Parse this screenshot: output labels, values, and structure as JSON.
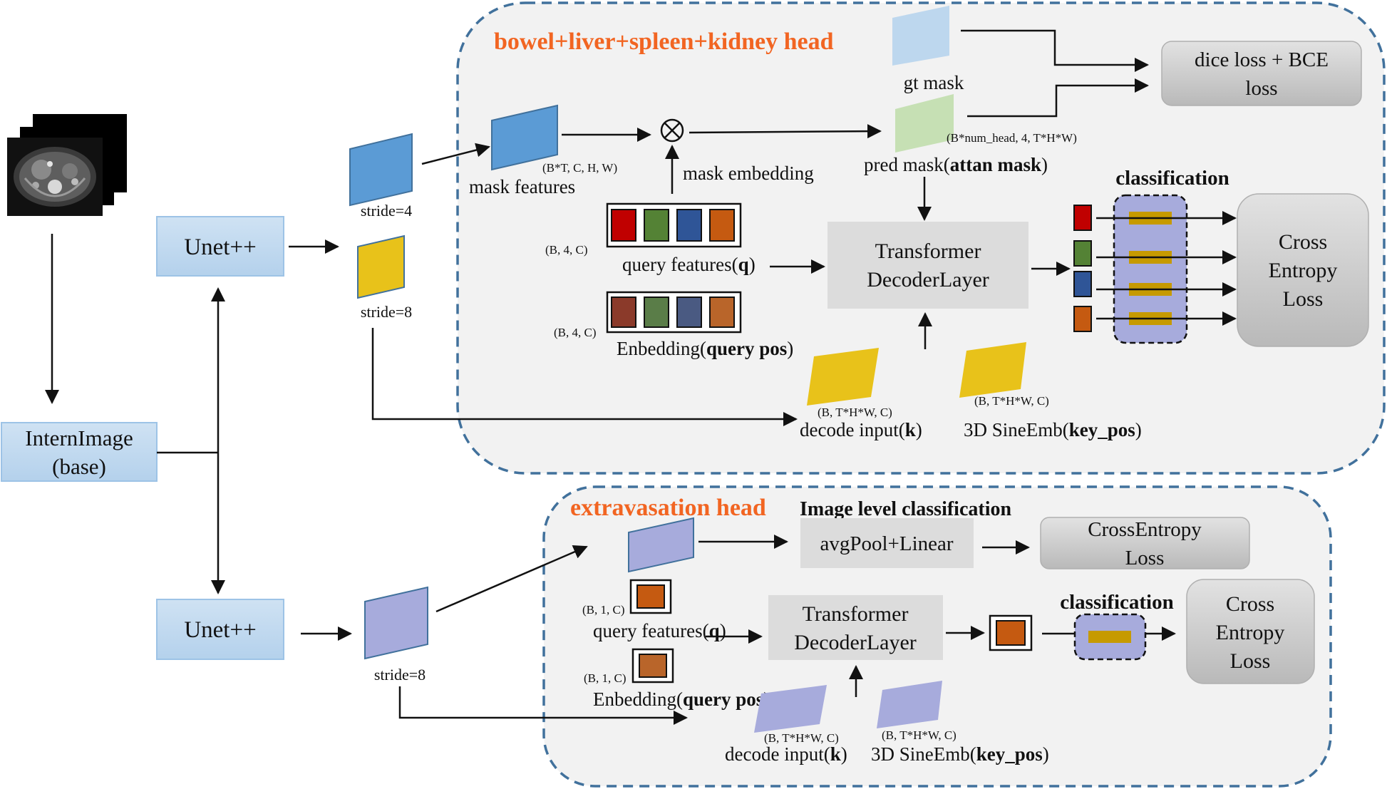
{
  "colors": {
    "feature_blue": "#5b9bd5",
    "feature_yellow": "#e8c21a",
    "feature_purple": "#a7abdc",
    "gt_mask_blue": "#bdd7ee",
    "pred_mask_green": "#c6e0b4",
    "unet_box": "#bdd7ee",
    "loss_box": "#c8c8c8",
    "transformer_box": "#dcdcdc",
    "head_title_orange": "#f26522",
    "dashed_border": "#41719c",
    "token_red": "#c00000",
    "token_green": "#548235",
    "token_blue": "#2f5597",
    "token_orange": "#c55a11",
    "pos_red": "#8b3a2a",
    "pos_green": "#5a7d48",
    "pos_blue": "#4a5a82",
    "pos_orange": "#b9652a",
    "class_bar": "#c69a00"
  },
  "icons": {
    "input_image": "ct-scan-stack-icon",
    "multiply": "circled-times-icon"
  },
  "backbone": {
    "line1": "InternImage",
    "line2": "(base)"
  },
  "top_head": {
    "title": "bowel+liver+spleen+kidney head",
    "unet": "Unet++",
    "stride4": "stride=4",
    "stride8": "stride=8",
    "mask_features_shape": "(B*T, C, H, W)",
    "mask_features": "mask features",
    "mask_embedding": "mask embedding",
    "gt_mask": "gt mask",
    "pred_mask_shape": "(B*num_head, 4, T*H*W)",
    "pred_mask_prefix": "pred mask(",
    "pred_mask_bold": "attan mask",
    "pred_mask_suffix": ")",
    "dice_loss_line1": "dice loss + BCE",
    "dice_loss_line2": "loss",
    "query_shape": "(B, 4, C)",
    "query_prefix": "query features(",
    "query_bold": "q",
    "query_suffix": ")",
    "pos_shape": "(B, 4, C)",
    "pos_prefix": "Enbedding(",
    "pos_bold": "query pos",
    "pos_suffix": ")",
    "transformer_line1": "Transformer",
    "transformer_line2": "DecoderLayer",
    "classification": "classification",
    "ce_line1": "Cross",
    "ce_line2": "Entropy",
    "ce_line3": "Loss",
    "decode_shape": "(B, T*H*W, C)",
    "decode_prefix": "decode input(",
    "decode_bold": "k",
    "decode_suffix": ")",
    "sine_shape": "(B, T*H*W, C)",
    "sine_prefix": "3D SineEmb(",
    "sine_bold": "key_pos",
    "sine_suffix": ")"
  },
  "bottom_head": {
    "title": "extravasation head",
    "image_level": "Image level classification",
    "unet": "Unet++",
    "stride8": "stride=8",
    "avgpool": "avgPool+Linear",
    "ce_top_line1": "CrossEntropy",
    "ce_top_line2": "Loss",
    "query_shape": "(B, 1, C)",
    "query_prefix": "query features(",
    "query_bold": "q",
    "query_suffix": ")",
    "pos_shape": "(B, 1, C)",
    "pos_prefix": "Enbedding(",
    "pos_bold": "query pos",
    "pos_suffix": ")",
    "transformer_line1": "Transformer",
    "transformer_line2": "DecoderLayer",
    "classification": "classification",
    "ce_line1": "Cross",
    "ce_line2": "Entropy",
    "ce_line3": "Loss",
    "decode_shape": "(B, T*H*W, C)",
    "decode_prefix": "decode input(",
    "decode_bold": "k",
    "decode_suffix": ")",
    "sine_shape": "(B, T*H*W, C)",
    "sine_prefix": "3D SineEmb(",
    "sine_bold": "key_pos",
    "sine_suffix": ")"
  }
}
